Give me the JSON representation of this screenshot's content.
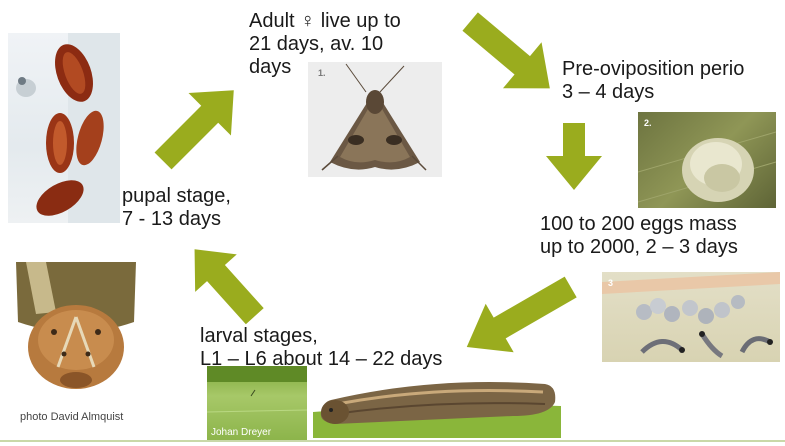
{
  "stages": {
    "adult": {
      "text": "Adult ♀ live up to\n21 days, av. 10\ndays",
      "photo_number": "1."
    },
    "preoviposition": {
      "text": "Pre-oviposition perio\n3 – 4 days"
    },
    "eggs": {
      "text": "100 to 200 eggs mass\nup to 2000, 2 – 3 days",
      "photo_number": "2."
    },
    "hatching": {
      "photo_number": "3"
    },
    "larval": {
      "text": "larval stages,\nL1 – L6 about 14 – 22 days"
    },
    "pupal": {
      "text": "pupal stage,\n7 - 13 days"
    }
  },
  "credits": {
    "caterpillar_head": "photo David Almquist",
    "larva_on_leaf": "Johan Dreyer"
  },
  "colors": {
    "arrow": "#9aac1e",
    "text": "#1a1a1a"
  },
  "icons": [
    "arrow-icon"
  ]
}
